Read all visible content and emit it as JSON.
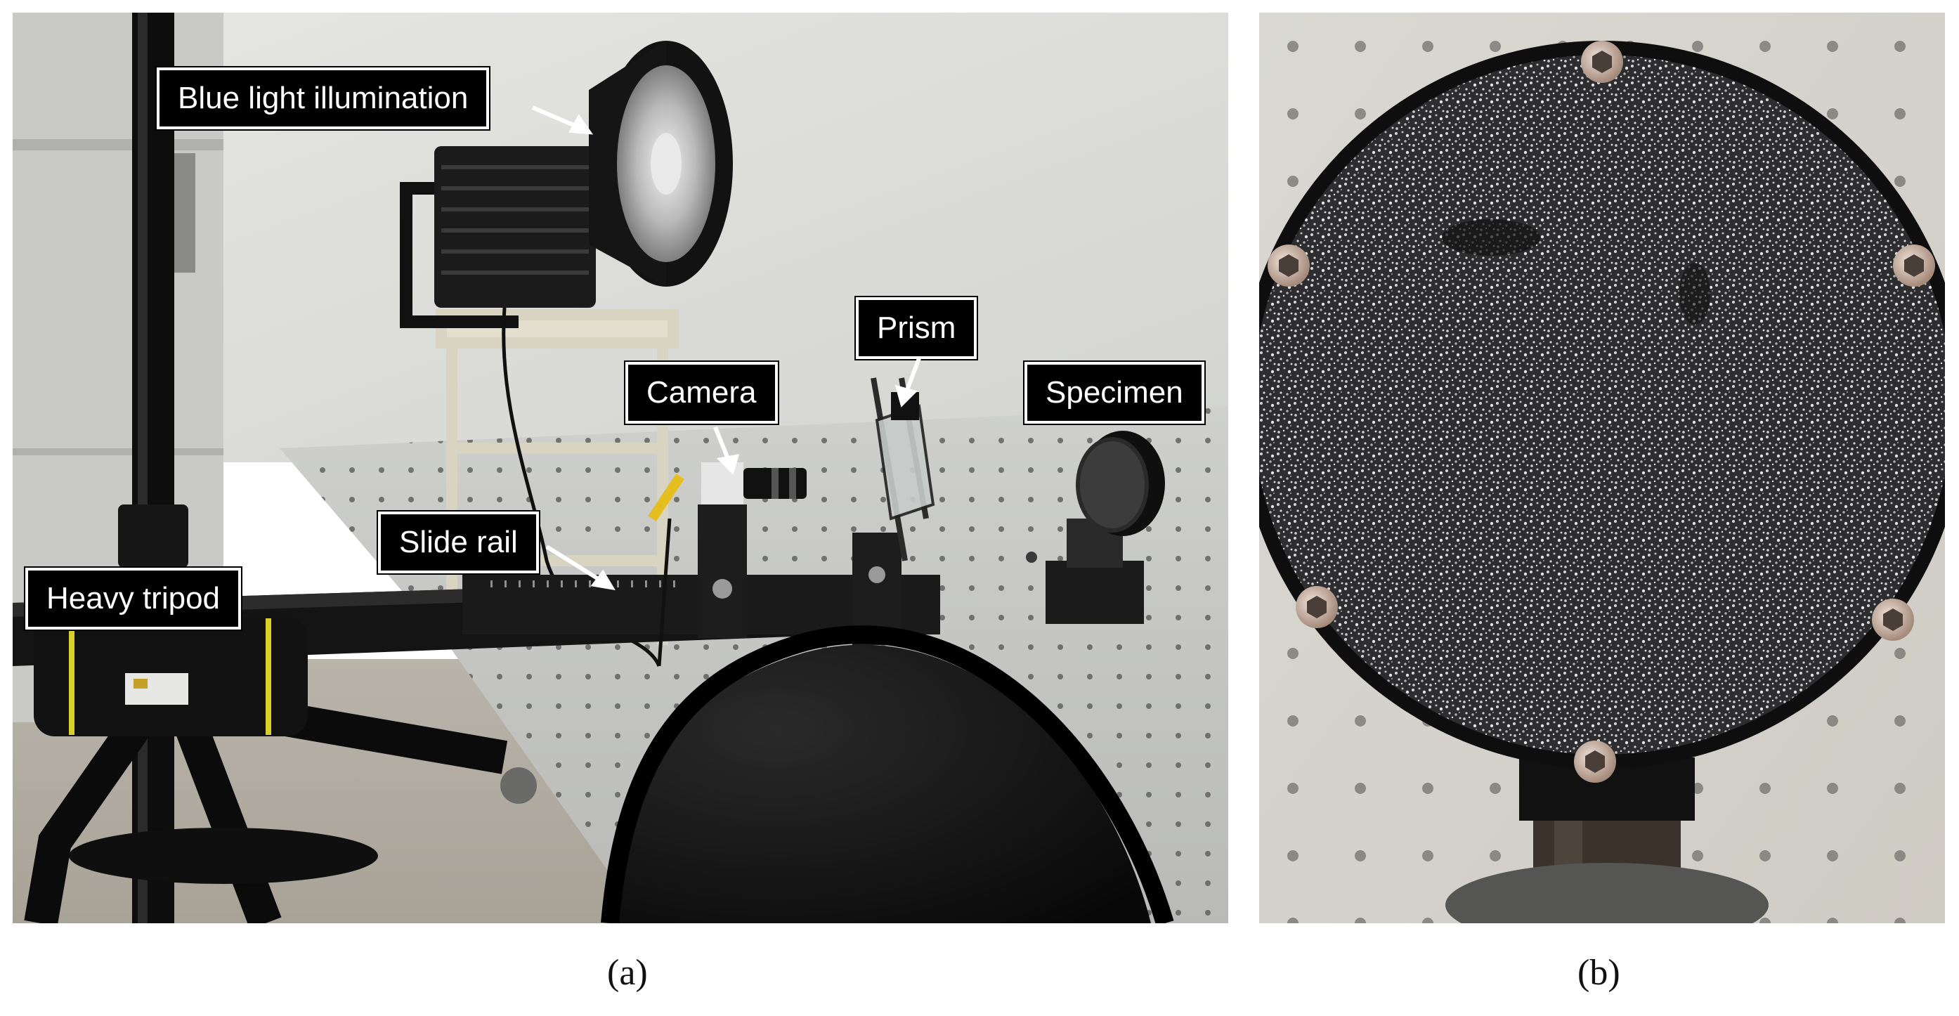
{
  "panels": [
    {
      "caption": "(a)",
      "callouts": {
        "blue_light": "Blue light illumination",
        "prism": "Prism",
        "camera": "Camera",
        "specimen": "Specimen",
        "slide_rail": "Slide rail",
        "heavy_tripod": "Heavy tripod"
      }
    },
    {
      "caption": "(b)"
    }
  ]
}
